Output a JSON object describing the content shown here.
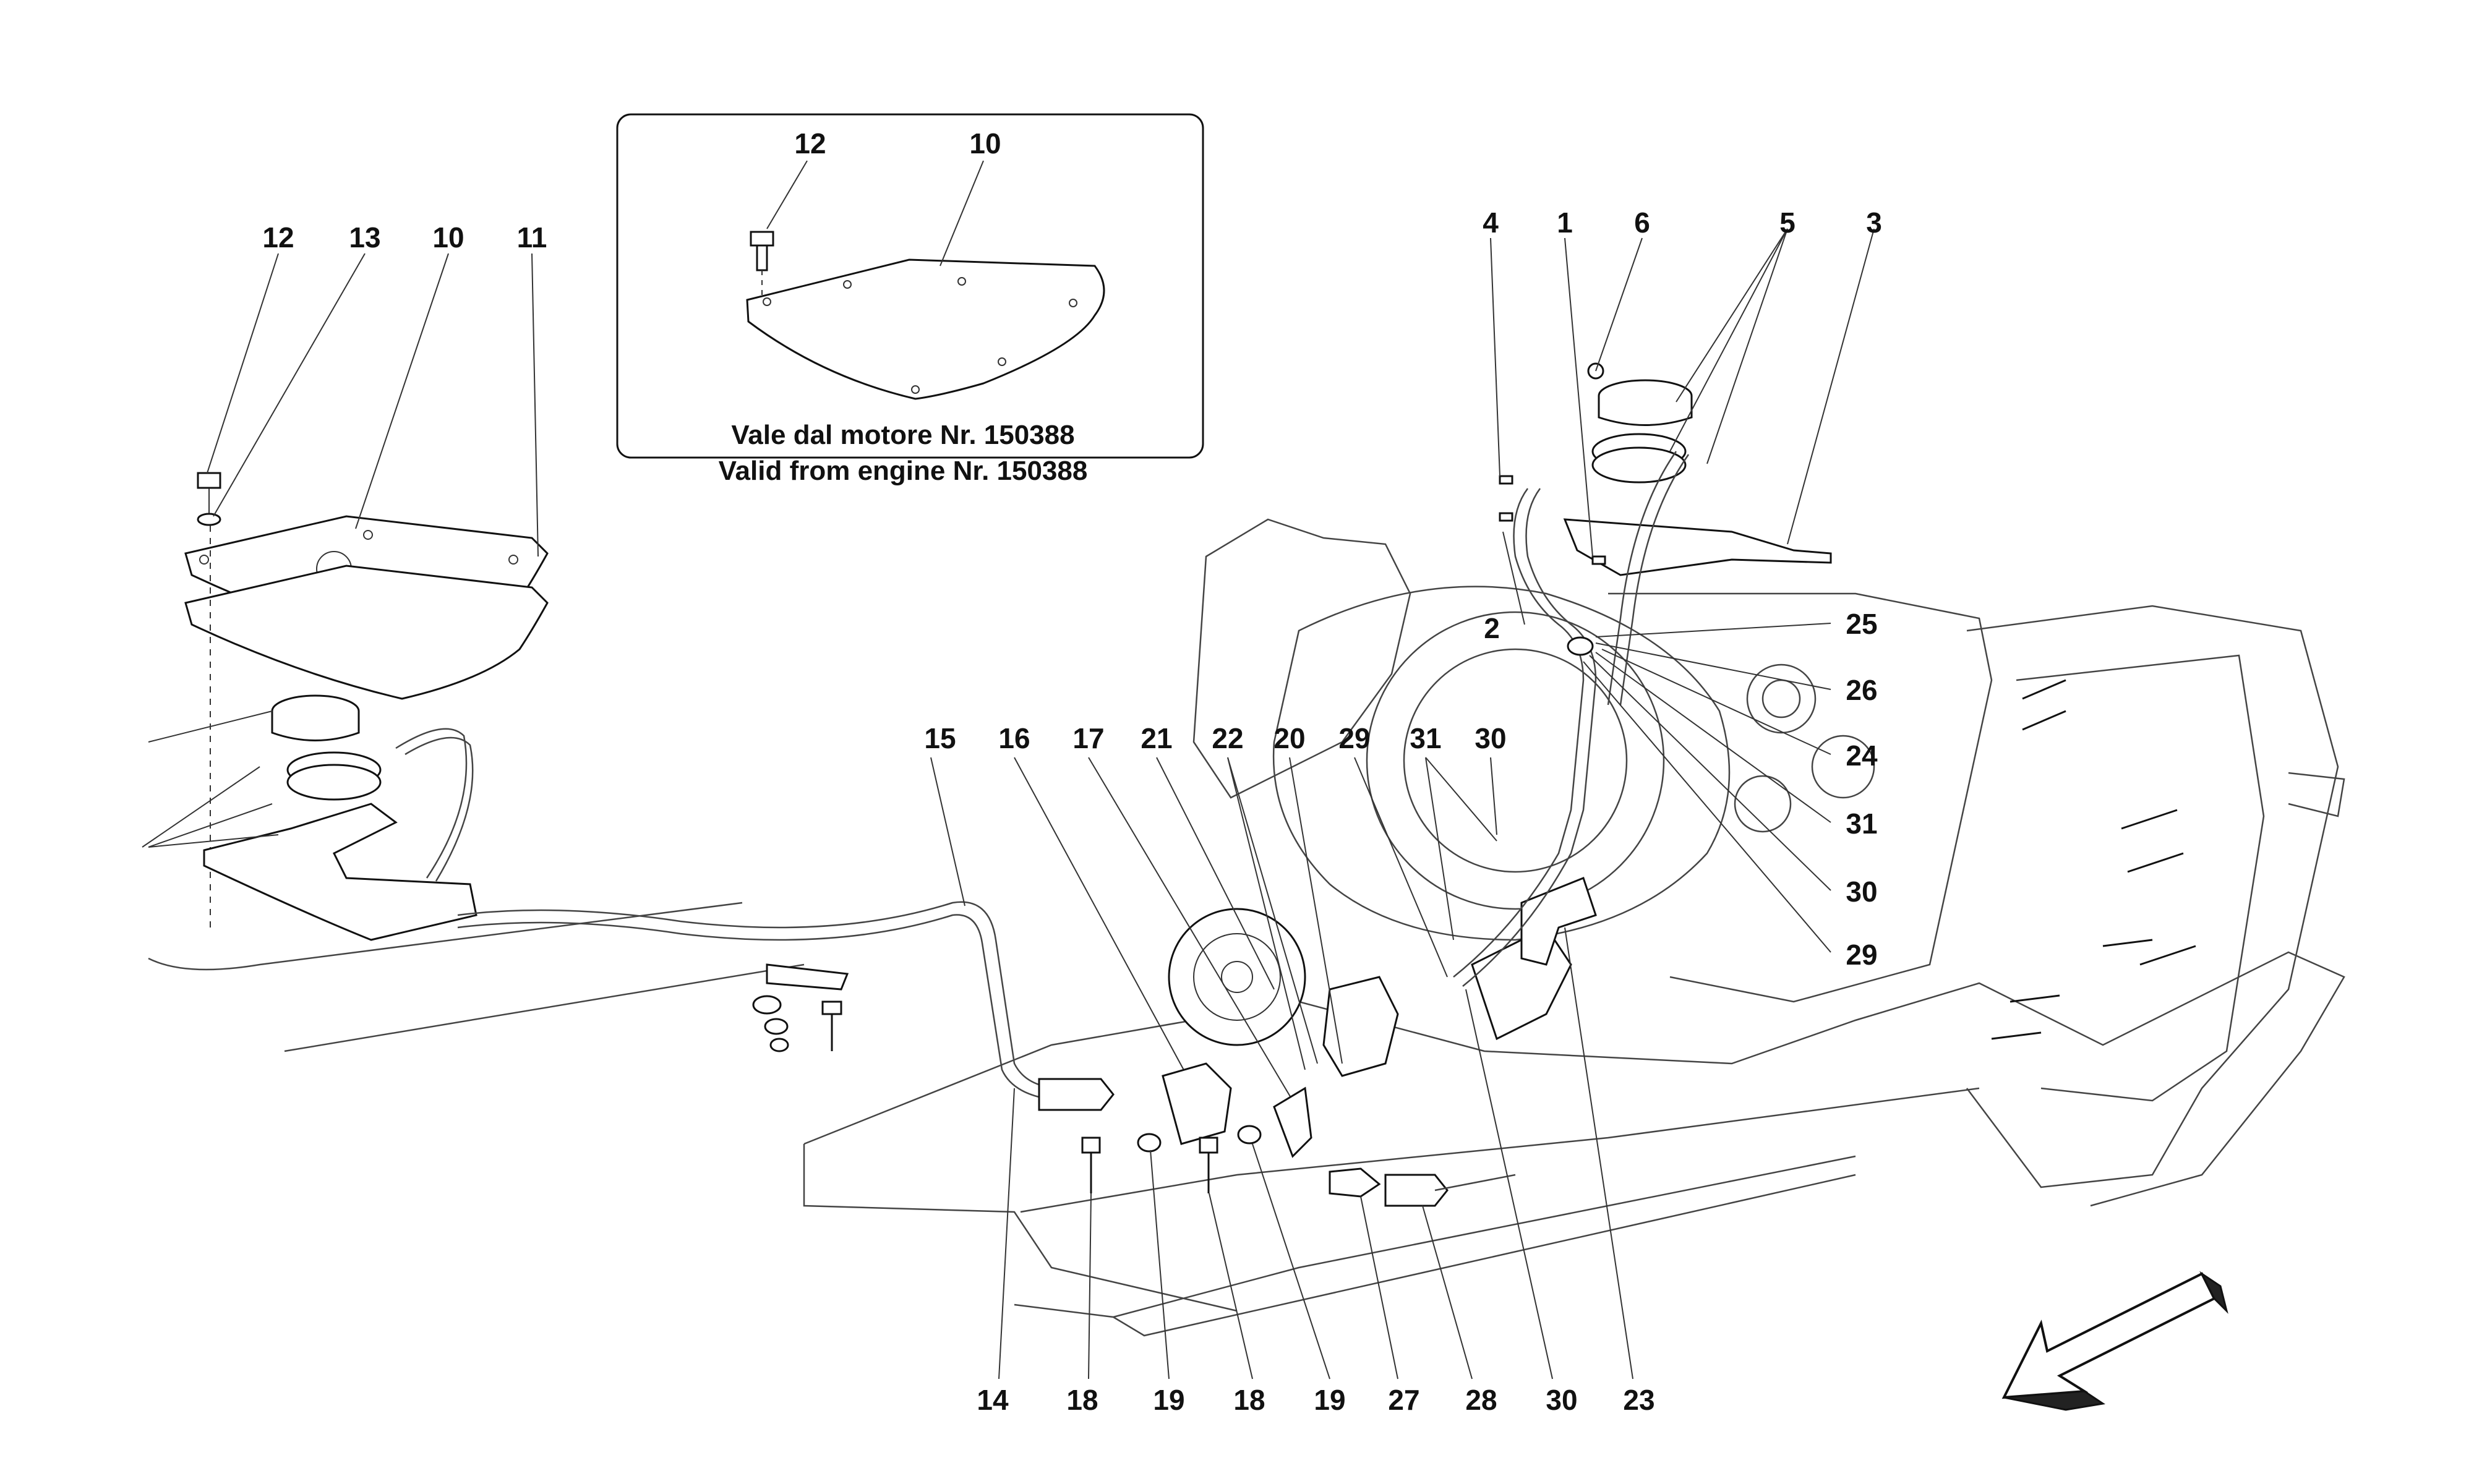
{
  "inset": {
    "note_line1": "Vale dal motore Nr. 150388",
    "note_line2": "Valid from engine Nr. 150388",
    "callouts": {
      "c12": "12",
      "c10": "10"
    }
  },
  "callouts": {
    "left_12": "12",
    "left_13": "13",
    "left_10": "10",
    "left_11": "11",
    "top_4": "4",
    "top_1": "1",
    "top_6": "6",
    "top_5": "5",
    "top_3": "3",
    "mid_2": "2",
    "r_25": "25",
    "r_26": "26",
    "r_24": "24",
    "r_31": "31",
    "r_30": "30",
    "r_29": "29",
    "m_15": "15",
    "m_16": "16",
    "m_17": "17",
    "m_21": "21",
    "m_22": "22",
    "m_20": "20",
    "m_29": "29",
    "m_31": "31",
    "m_30": "30",
    "b_14": "14",
    "b_18a": "18",
    "b_19a": "19",
    "b_18b": "18",
    "b_19b": "19",
    "b_27": "27",
    "b_28": "28",
    "b_30": "30",
    "b_23": "23"
  },
  "icons": {
    "direction_arrow": "arrow-down-left-icon"
  }
}
